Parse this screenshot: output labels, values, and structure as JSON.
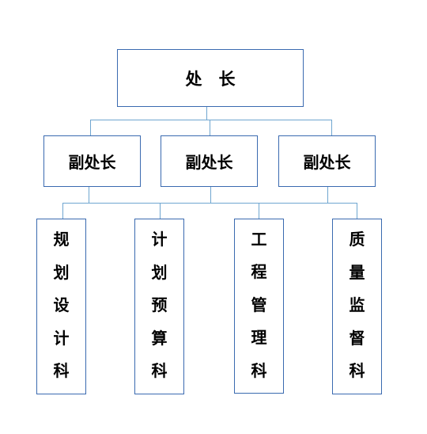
{
  "org_chart": {
    "head": {
      "label": "处　长"
    },
    "deputies": [
      {
        "label": "副处长"
      },
      {
        "label": "副处长"
      },
      {
        "label": "副处长"
      }
    ],
    "departments": [
      {
        "chars": [
          "规",
          "划",
          "设",
          "计",
          "科"
        ]
      },
      {
        "chars": [
          "计",
          "划",
          "预",
          "算",
          "科"
        ]
      },
      {
        "chars": [
          "工",
          "程",
          "管",
          "理",
          "科"
        ]
      },
      {
        "chars": [
          "质",
          "量",
          "监",
          "督",
          "科"
        ]
      }
    ]
  },
  "colors": {
    "border": "#3a6ab0",
    "connector": "#6fa6d0",
    "text": "#000000",
    "background": "#ffffff"
  }
}
